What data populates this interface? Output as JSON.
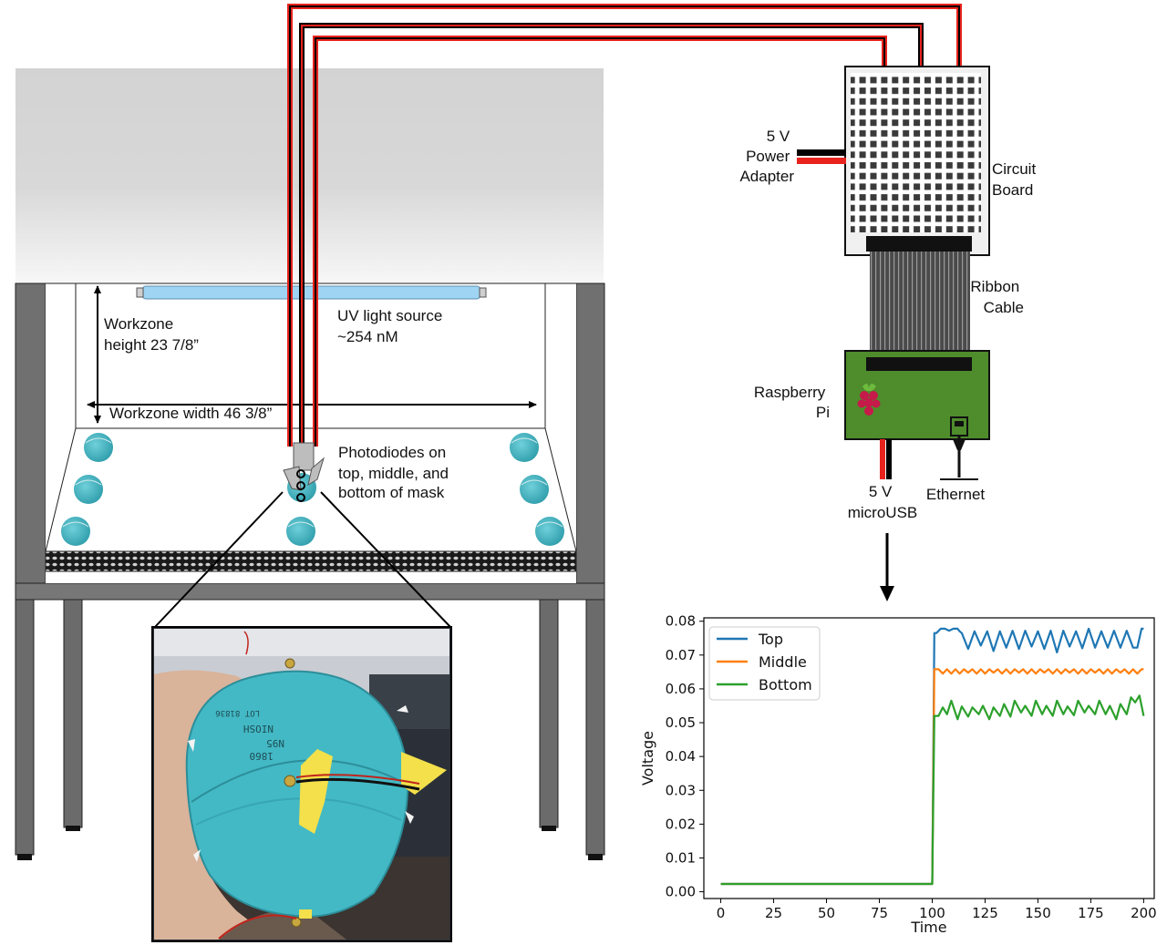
{
  "labels": {
    "workzone_height": [
      "Workzone",
      "height 23 7/8”"
    ],
    "workzone_width": "Workzone width 46 3/8”",
    "uv_source": [
      "UV light source",
      "~254 nM"
    ],
    "photodiodes": [
      "Photodiodes on",
      "top, middle, and",
      "bottom of mask"
    ],
    "power_adapter": [
      "5 V",
      "Power",
      "Adapter"
    ],
    "circuit_board": [
      "Circuit",
      "Board"
    ],
    "ribbon_cable": [
      "Ribbon",
      "Cable"
    ],
    "raspberry_pi": [
      "Raspberry",
      "Pi"
    ],
    "microusb": [
      "5 V",
      "microUSB"
    ],
    "ethernet": "Ethernet"
  },
  "mask_print": [
    "NIOSH",
    "N95",
    "1860",
    "LOT 81836"
  ],
  "colors": {
    "wire_red": "#e8231d",
    "wire_black": "#000000",
    "uv_lamp": "#9fd4f2",
    "mask": "#3fb3bf",
    "pi_board": "#4e8c2c",
    "hood_gray": "#d6d6d6",
    "frame_gray": "#6b6b6b",
    "series_top": "#1f77b4",
    "series_middle": "#ff7f0e",
    "series_bottom": "#2ca02c"
  },
  "icons": [
    "raspberry-pi-logo-icon",
    "ethernet-connector-icon",
    "down-arrow-icon"
  ],
  "chart_data": {
    "type": "line",
    "xlabel": "Time",
    "ylabel": "Voltage",
    "xlim": [
      -8,
      205
    ],
    "ylim": [
      -0.002,
      0.081
    ],
    "xticks": [
      0,
      25,
      50,
      75,
      100,
      125,
      150,
      175,
      200
    ],
    "yticks": [
      0.0,
      0.01,
      0.02,
      0.03,
      0.04,
      0.05,
      0.06,
      0.07,
      0.08
    ],
    "ytick_labels": [
      "0.00",
      "0.01",
      "0.02",
      "0.03",
      "0.04",
      "0.05",
      "0.06",
      "0.07",
      "0.08"
    ],
    "legend_position": "top-left",
    "grid": false,
    "series": [
      {
        "name": "Top",
        "color": "#1f77b4",
        "x": [
          0,
          99,
          100,
          101,
          102,
          104,
          106,
          108,
          110,
          112,
          113,
          114,
          117,
          120,
          123,
          126,
          129,
          132,
          135,
          138,
          141,
          144,
          147,
          150,
          153,
          156,
          159,
          162,
          165,
          168,
          171,
          174,
          177,
          180,
          183,
          186,
          189,
          192,
          195,
          197,
          199,
          200
        ],
        "y": [
          0.0023,
          0.0023,
          0.0023,
          0.0765,
          0.0765,
          0.0778,
          0.0778,
          0.0772,
          0.0778,
          0.0778,
          0.077,
          0.0765,
          0.0718,
          0.077,
          0.0728,
          0.077,
          0.0712,
          0.077,
          0.0722,
          0.0772,
          0.0718,
          0.0772,
          0.0725,
          0.077,
          0.0718,
          0.0772,
          0.0708,
          0.0772,
          0.0725,
          0.077,
          0.072,
          0.0778,
          0.0722,
          0.077,
          0.0722,
          0.0772,
          0.0722,
          0.0772,
          0.0722,
          0.0722,
          0.0778,
          0.0778
        ]
      },
      {
        "name": "Middle",
        "color": "#ff7f0e",
        "x": [
          0,
          99,
          100,
          101,
          103,
          105,
          107,
          109,
          111,
          113,
          115,
          117,
          119,
          121,
          123,
          125,
          127,
          129,
          131,
          133,
          135,
          137,
          139,
          141,
          143,
          145,
          147,
          149,
          151,
          153,
          155,
          157,
          159,
          161,
          163,
          165,
          167,
          169,
          171,
          173,
          175,
          177,
          179,
          181,
          183,
          185,
          187,
          189,
          191,
          193,
          195,
          197,
          199,
          200
        ],
        "y": [
          0.0023,
          0.0023,
          0.0023,
          0.0658,
          0.0658,
          0.0645,
          0.0658,
          0.0645,
          0.0658,
          0.0645,
          0.0658,
          0.0648,
          0.0658,
          0.0645,
          0.0658,
          0.0645,
          0.0658,
          0.0648,
          0.0658,
          0.0645,
          0.0658,
          0.0645,
          0.0658,
          0.0648,
          0.0658,
          0.0645,
          0.0658,
          0.0645,
          0.0658,
          0.0648,
          0.0658,
          0.0645,
          0.0658,
          0.0645,
          0.0658,
          0.0648,
          0.0658,
          0.0645,
          0.0658,
          0.0645,
          0.0658,
          0.0648,
          0.0658,
          0.0645,
          0.0658,
          0.0645,
          0.0658,
          0.0648,
          0.0658,
          0.0645,
          0.0658,
          0.0645,
          0.0658,
          0.0658
        ]
      },
      {
        "name": "Bottom",
        "color": "#2ca02c",
        "x": [
          0,
          99,
          100,
          101,
          103,
          105,
          107,
          109,
          112,
          114,
          117,
          119,
          122,
          124,
          127,
          129,
          132,
          134,
          137,
          139,
          142,
          144,
          147,
          149,
          152,
          154,
          157,
          159,
          162,
          164,
          167,
          169,
          172,
          174,
          177,
          179,
          182,
          184,
          187,
          189,
          192,
          194,
          196,
          198,
          200
        ],
        "y": [
          0.0023,
          0.0023,
          0.0023,
          0.052,
          0.052,
          0.0545,
          0.0525,
          0.0565,
          0.051,
          0.0548,
          0.0518,
          0.0545,
          0.0525,
          0.055,
          0.051,
          0.0545,
          0.052,
          0.0555,
          0.0518,
          0.0565,
          0.053,
          0.055,
          0.052,
          0.0565,
          0.0525,
          0.055,
          0.052,
          0.0565,
          0.0525,
          0.0548,
          0.0522,
          0.0565,
          0.053,
          0.055,
          0.0525,
          0.0565,
          0.0525,
          0.055,
          0.051,
          0.0555,
          0.0525,
          0.0575,
          0.056,
          0.058,
          0.052
        ]
      }
    ]
  }
}
